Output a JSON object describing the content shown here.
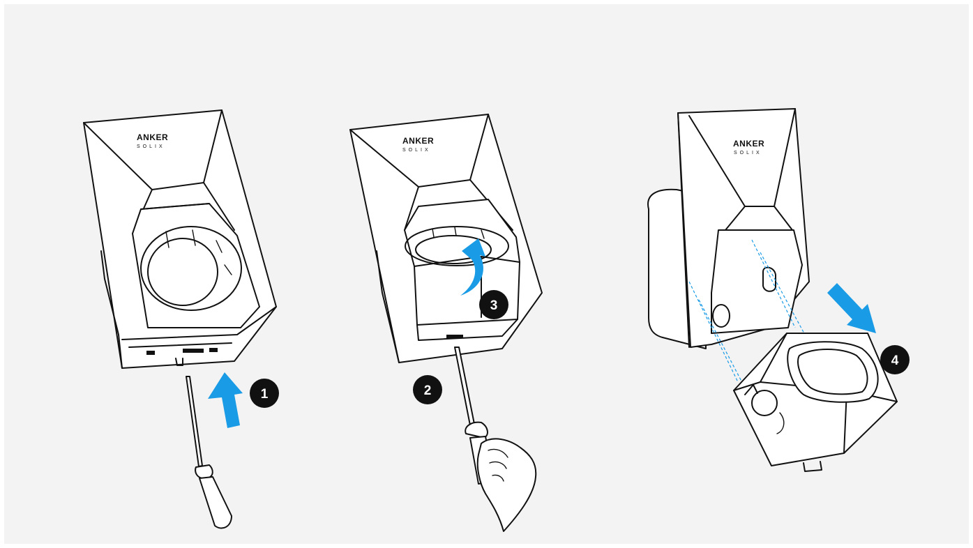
{
  "brand": {
    "name": "ANKER",
    "sub": "SOLIX"
  },
  "steps": [
    {
      "number": "1"
    },
    {
      "number": "2"
    },
    {
      "number": "3"
    },
    {
      "number": "4"
    }
  ],
  "colors": {
    "background": "#f3f3f3",
    "arrow": "#1a9be6",
    "line": "#111111",
    "badge": "#111111"
  },
  "icons": [
    "screwdriver-icon",
    "hand-icon",
    "rotate-arrow-icon",
    "push-arrow-icon",
    "pull-arrow-icon"
  ]
}
